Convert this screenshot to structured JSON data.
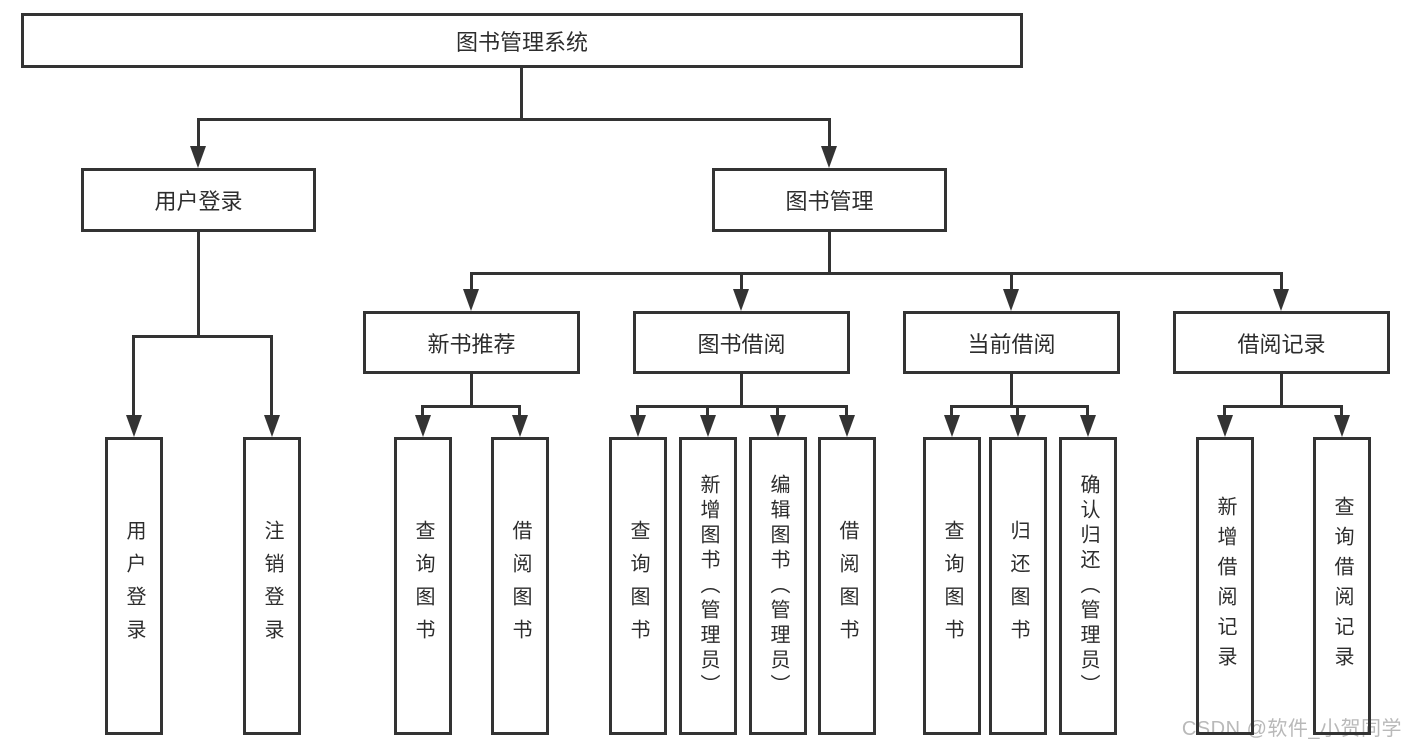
{
  "diagram": {
    "type": "tree",
    "title": "图书管理系统",
    "root": {
      "label": "图书管理系统",
      "children": [
        {
          "label": "用户登录",
          "children": [
            {
              "label": "用户登录"
            },
            {
              "label": "注销登录"
            }
          ]
        },
        {
          "label": "图书管理",
          "children": [
            {
              "label": "新书推荐",
              "children": [
                {
                  "label": "查询图书"
                },
                {
                  "label": "借阅图书"
                }
              ]
            },
            {
              "label": "图书借阅",
              "children": [
                {
                  "label": "查询图书"
                },
                {
                  "label": "新增图书（管理员）"
                },
                {
                  "label": "编辑图书（管理员）"
                },
                {
                  "label": "借阅图书"
                }
              ]
            },
            {
              "label": "当前借阅",
              "children": [
                {
                  "label": "查询图书"
                },
                {
                  "label": "归还图书"
                },
                {
                  "label": "确认归还（管理员）"
                }
              ]
            },
            {
              "label": "借阅记录",
              "children": [
                {
                  "label": "新增借阅记录"
                },
                {
                  "label": "查询借阅记录"
                }
              ]
            }
          ]
        }
      ]
    },
    "colors": {
      "line": "#333333",
      "text": "#2d2d2d",
      "background": "#ffffff"
    }
  },
  "watermark": {
    "text": "CSDN @软件_小贺同学",
    "color": "#b9b9b9"
  }
}
